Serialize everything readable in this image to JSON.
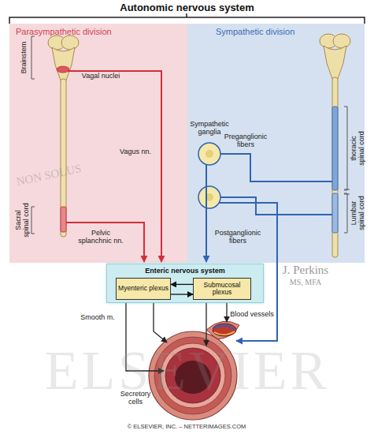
{
  "diagram": {
    "title": "Autonomic nervous system",
    "nodes": [
      {
        "text": [
          "Parasympathetic division"
        ]
      },
      {
        "text": [
          "Sympathetic division"
        ]
      },
      {
        "text": [
          "Enteric nervous system"
        ]
      },
      {
        "text": [
          "Myenteric plexus"
        ],
        "in": 2
      },
      {
        "text": [
          "Submucosal plexus"
        ],
        "in": 2
      }
    ],
    "edges": [
      {
        "from": 4,
        "to": 3,
        "arrow": "to"
      },
      {
        "from": 3,
        "to": 4,
        "arrow": "to"
      }
    ],
    "labels": [
      "Brainstem",
      "Vagal nuclei",
      "Vagus nn.",
      "Sacral spinal cord",
      "Pelvic splanchnic nn.",
      "Sympathetic ganglia",
      "Preganglionic fibers",
      "thoracic spinal cord",
      "Lumbar spinal cord",
      "Postganglionic fibers",
      "Smooth m.",
      "Blood vessels",
      "Secretory cells",
      "J. Perkins",
      "MS, MFA",
      "NON SOLUS",
      "ELSEVIER",
      "© ELSEVIER, INC. – NETTERIMAGES.COM"
    ]
  }
}
